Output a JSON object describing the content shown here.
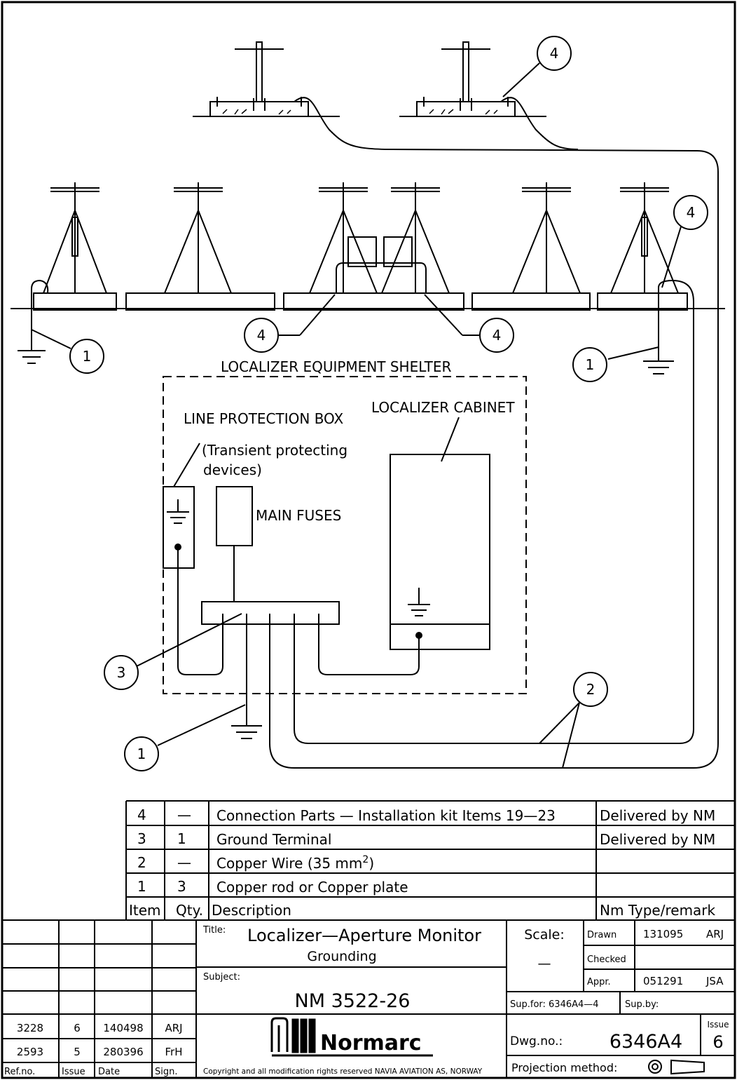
{
  "diagram": {
    "shelter_label": "LOCALIZER EQUIPMENT SHELTER",
    "line_protection_box": "LINE PROTECTION BOX",
    "transient_line1": "(Transient protecting",
    "transient_line2": "devices)",
    "main_fuses": "MAIN FUSES",
    "localizer_cabinet": "LOCALIZER CABINET",
    "callouts": [
      {
        "id": "callout-4-top",
        "text": "4"
      },
      {
        "id": "callout-4-right",
        "text": "4"
      },
      {
        "id": "callout-4-left-low",
        "text": "4"
      },
      {
        "id": "callout-4-right-low",
        "text": "4"
      },
      {
        "id": "callout-1-left",
        "text": "1"
      },
      {
        "id": "callout-1-right",
        "text": "1"
      },
      {
        "id": "callout-3",
        "text": "3"
      },
      {
        "id": "callout-2",
        "text": "2"
      },
      {
        "id": "callout-1-bottom",
        "text": "1"
      }
    ]
  },
  "parts_list": {
    "rows": [
      {
        "item": "4",
        "qty": "—",
        "description": "Connection Parts — Installation kit Items 19—23",
        "remark": "Delivered by NM"
      },
      {
        "item": "3",
        "qty": "1",
        "description": "Ground Terminal",
        "remark": "Delivered by NM"
      },
      {
        "item": "2",
        "qty": "—",
        "description": "Copper Wire (35 mm",
        "description_sup": "2",
        "description_end": ")",
        "remark": ""
      },
      {
        "item": "1",
        "qty": "3",
        "description": "Copper rod or Copper plate",
        "remark": ""
      }
    ],
    "header": {
      "item": "Item",
      "qty": "Qty.",
      "description": "Description",
      "remark": "Nm Type/remark"
    }
  },
  "title_block": {
    "title_label": "Title:",
    "title": "Localizer—Aperture Monitor",
    "subtitle": "Grounding",
    "subject_label": "Subject:",
    "subject": "NM 3522-26",
    "scale_label": "Scale:",
    "scale_value": "—",
    "drawn_label": "Drawn",
    "drawn_date": "131095",
    "drawn_sign": "ARJ",
    "checked_label": "Checked",
    "appr_label": "Appr.",
    "appr_date": "051291",
    "appr_sign": "JSA",
    "sup_for": "Sup.for: 6346A4—4",
    "sup_by": "Sup.by:",
    "dwg_label": "Dwg.no.:",
    "dwg_no": "6346A4",
    "issue_label": "Issue",
    "issue_no": "6",
    "projection_label": "Projection method:",
    "company": "Normarc",
    "copyright": "Copyright and all modification rights reserved NAVIA AVIATION AS, NORWAY",
    "revisions": [
      {
        "ref": "3228",
        "issue": "6",
        "date": "140498",
        "sign": "ARJ"
      },
      {
        "ref": "2593",
        "issue": "5",
        "date": "280396",
        "sign": "FrH"
      }
    ],
    "rev_header": {
      "ref": "Ref.no.",
      "issue": "Issue",
      "date": "Date",
      "sign": "Sign."
    }
  }
}
